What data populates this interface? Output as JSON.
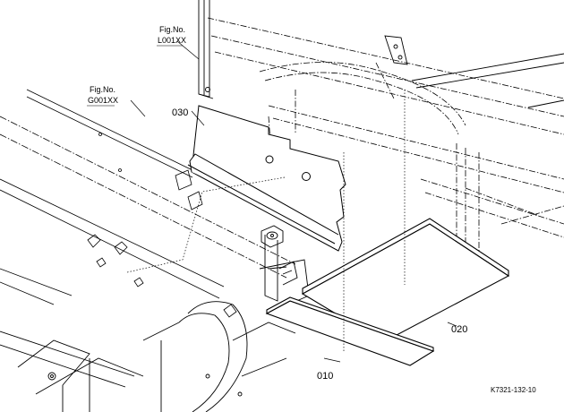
{
  "callouts": {
    "part_030": "030",
    "part_020": "020",
    "part_010": "010"
  },
  "fig_refs": {
    "top": {
      "line1": "Fig.No.",
      "line2": "L001XX"
    },
    "left": {
      "line1": "Fig.No.",
      "line2": "G001XX"
    }
  },
  "drawing_code": "K7321-132-10"
}
